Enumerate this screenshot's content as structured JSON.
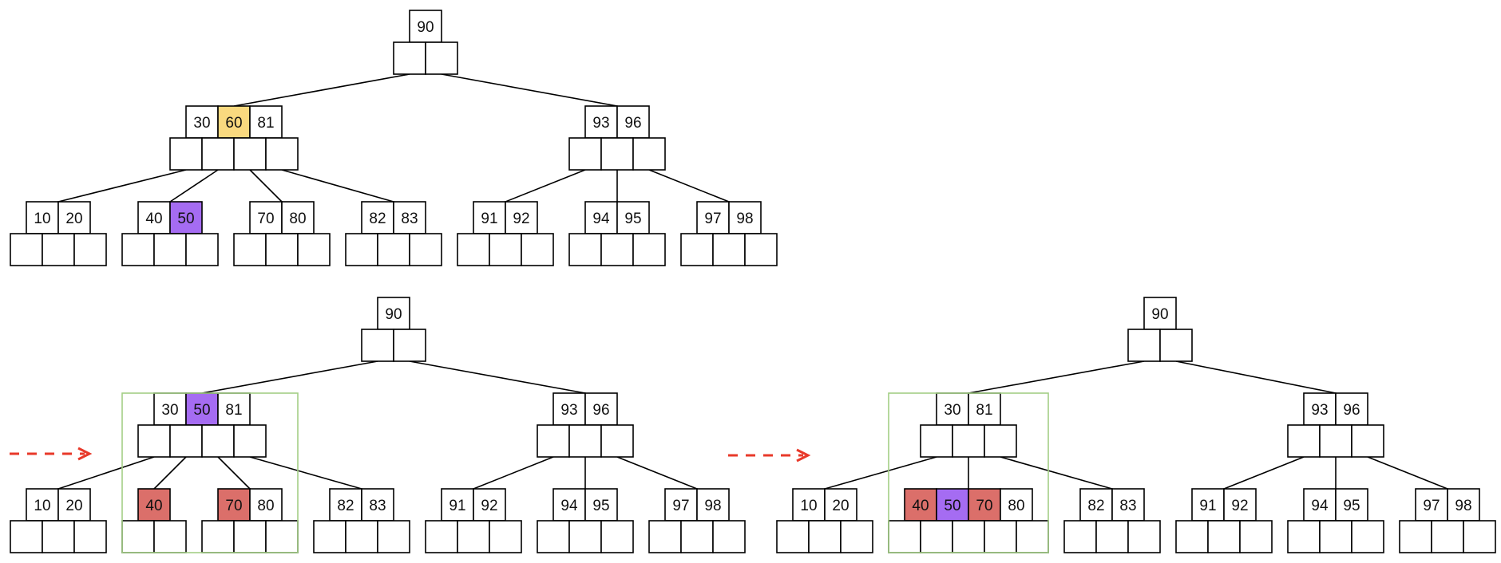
{
  "colors": {
    "stroke": "#000000",
    "fill_default": "#ffffff",
    "highlight_yellow": "#F9D97F",
    "highlight_purple": "#A56CF2",
    "highlight_red": "#DB6F6A",
    "group_box": "#A3CF85",
    "arrow": "#E8392A"
  },
  "diagrams": [
    {
      "id": "before",
      "nodes": [
        {
          "id": "root",
          "keys": [
            {
              "v": "90"
            }
          ],
          "pointers": 2
        },
        {
          "id": "inner-left",
          "parent": "root",
          "slot": 0,
          "keys": [
            {
              "v": "30"
            },
            {
              "v": "60",
              "hl": "yellow"
            },
            {
              "v": "81"
            }
          ],
          "pointers": 4
        },
        {
          "id": "inner-right",
          "parent": "root",
          "slot": 1,
          "keys": [
            {
              "v": "93"
            },
            {
              "v": "96"
            }
          ],
          "pointers": 3
        },
        {
          "id": "leaf-10-20",
          "parent": "inner-left",
          "slot": 0,
          "keys": [
            {
              "v": "10"
            },
            {
              "v": "20"
            }
          ],
          "pointers": 3
        },
        {
          "id": "leaf-40-50",
          "parent": "inner-left",
          "slot": 1,
          "keys": [
            {
              "v": "40"
            },
            {
              "v": "50",
              "hl": "purple"
            }
          ],
          "pointers": 3
        },
        {
          "id": "leaf-70-80",
          "parent": "inner-left",
          "slot": 2,
          "keys": [
            {
              "v": "70"
            },
            {
              "v": "80"
            }
          ],
          "pointers": 3
        },
        {
          "id": "leaf-82-83",
          "parent": "inner-left",
          "slot": 3,
          "keys": [
            {
              "v": "82"
            },
            {
              "v": "83"
            }
          ],
          "pointers": 3
        },
        {
          "id": "leaf-91-92",
          "parent": "inner-right",
          "slot": 0,
          "keys": [
            {
              "v": "91"
            },
            {
              "v": "92"
            }
          ],
          "pointers": 3
        },
        {
          "id": "leaf-94-95",
          "parent": "inner-right",
          "slot": 1,
          "keys": [
            {
              "v": "94"
            },
            {
              "v": "95"
            }
          ],
          "pointers": 3
        },
        {
          "id": "leaf-97-98",
          "parent": "inner-right",
          "slot": 2,
          "keys": [
            {
              "v": "97"
            },
            {
              "v": "98"
            }
          ],
          "pointers": 3
        }
      ]
    },
    {
      "id": "step-1",
      "group_box": true,
      "nodes": [
        {
          "id": "root",
          "keys": [
            {
              "v": "90"
            }
          ],
          "pointers": 2
        },
        {
          "id": "inner-left",
          "parent": "root",
          "slot": 0,
          "keys": [
            {
              "v": "30"
            },
            {
              "v": "50",
              "hl": "purple"
            },
            {
              "v": "81"
            }
          ],
          "pointers": 4
        },
        {
          "id": "inner-right",
          "parent": "root",
          "slot": 1,
          "keys": [
            {
              "v": "93"
            },
            {
              "v": "96"
            }
          ],
          "pointers": 3
        },
        {
          "id": "leaf-10-20",
          "parent": "inner-left",
          "slot": 0,
          "keys": [
            {
              "v": "10"
            },
            {
              "v": "20"
            }
          ],
          "pointers": 3
        },
        {
          "id": "leaf-40",
          "parent": "inner-left",
          "slot": 1,
          "keys": [
            {
              "v": "40",
              "hl": "red"
            }
          ],
          "pointers": 2
        },
        {
          "id": "leaf-70-80",
          "parent": "inner-left",
          "slot": 2,
          "keys": [
            {
              "v": "70",
              "hl": "red"
            },
            {
              "v": "80"
            }
          ],
          "pointers": 3
        },
        {
          "id": "leaf-82-83",
          "parent": "inner-left",
          "slot": 3,
          "keys": [
            {
              "v": "82"
            },
            {
              "v": "83"
            }
          ],
          "pointers": 3
        },
        {
          "id": "leaf-91-92",
          "parent": "inner-right",
          "slot": 0,
          "keys": [
            {
              "v": "91"
            },
            {
              "v": "92"
            }
          ],
          "pointers": 3
        },
        {
          "id": "leaf-94-95",
          "parent": "inner-right",
          "slot": 1,
          "keys": [
            {
              "v": "94"
            },
            {
              "v": "95"
            }
          ],
          "pointers": 3
        },
        {
          "id": "leaf-97-98",
          "parent": "inner-right",
          "slot": 2,
          "keys": [
            {
              "v": "97"
            },
            {
              "v": "98"
            }
          ],
          "pointers": 3
        }
      ]
    },
    {
      "id": "step-2",
      "group_box": true,
      "nodes": [
        {
          "id": "root",
          "keys": [
            {
              "v": "90"
            }
          ],
          "pointers": 2
        },
        {
          "id": "inner-left",
          "parent": "root",
          "slot": 0,
          "keys": [
            {
              "v": "30"
            },
            {
              "v": "81"
            }
          ],
          "pointers": 3
        },
        {
          "id": "inner-right",
          "parent": "root",
          "slot": 1,
          "keys": [
            {
              "v": "93"
            },
            {
              "v": "96"
            }
          ],
          "pointers": 3
        },
        {
          "id": "leaf-10-20",
          "parent": "inner-left",
          "slot": 0,
          "keys": [
            {
              "v": "10"
            },
            {
              "v": "20"
            }
          ],
          "pointers": 3
        },
        {
          "id": "leaf-merged",
          "parent": "inner-left",
          "slot": 1,
          "keys": [
            {
              "v": "40",
              "hl": "red"
            },
            {
              "v": "50",
              "hl": "purple"
            },
            {
              "v": "70",
              "hl": "red"
            },
            {
              "v": "80"
            }
          ],
          "pointers": 5
        },
        {
          "id": "leaf-82-83",
          "parent": "inner-left",
          "slot": 2,
          "keys": [
            {
              "v": "82"
            },
            {
              "v": "83"
            }
          ],
          "pointers": 3
        },
        {
          "id": "leaf-91-92",
          "parent": "inner-right",
          "slot": 0,
          "keys": [
            {
              "v": "91"
            },
            {
              "v": "92"
            }
          ],
          "pointers": 3
        },
        {
          "id": "leaf-94-95",
          "parent": "inner-right",
          "slot": 1,
          "keys": [
            {
              "v": "94"
            },
            {
              "v": "95"
            }
          ],
          "pointers": 3
        },
        {
          "id": "leaf-97-98",
          "parent": "inner-right",
          "slot": 2,
          "keys": [
            {
              "v": "97"
            },
            {
              "v": "98"
            }
          ],
          "pointers": 3
        }
      ]
    }
  ],
  "arrows": [
    {
      "id": "arrow-to-step-1",
      "style": "dashed",
      "direction": "right"
    },
    {
      "id": "arrow-to-step-2",
      "style": "dashed",
      "direction": "right"
    }
  ]
}
